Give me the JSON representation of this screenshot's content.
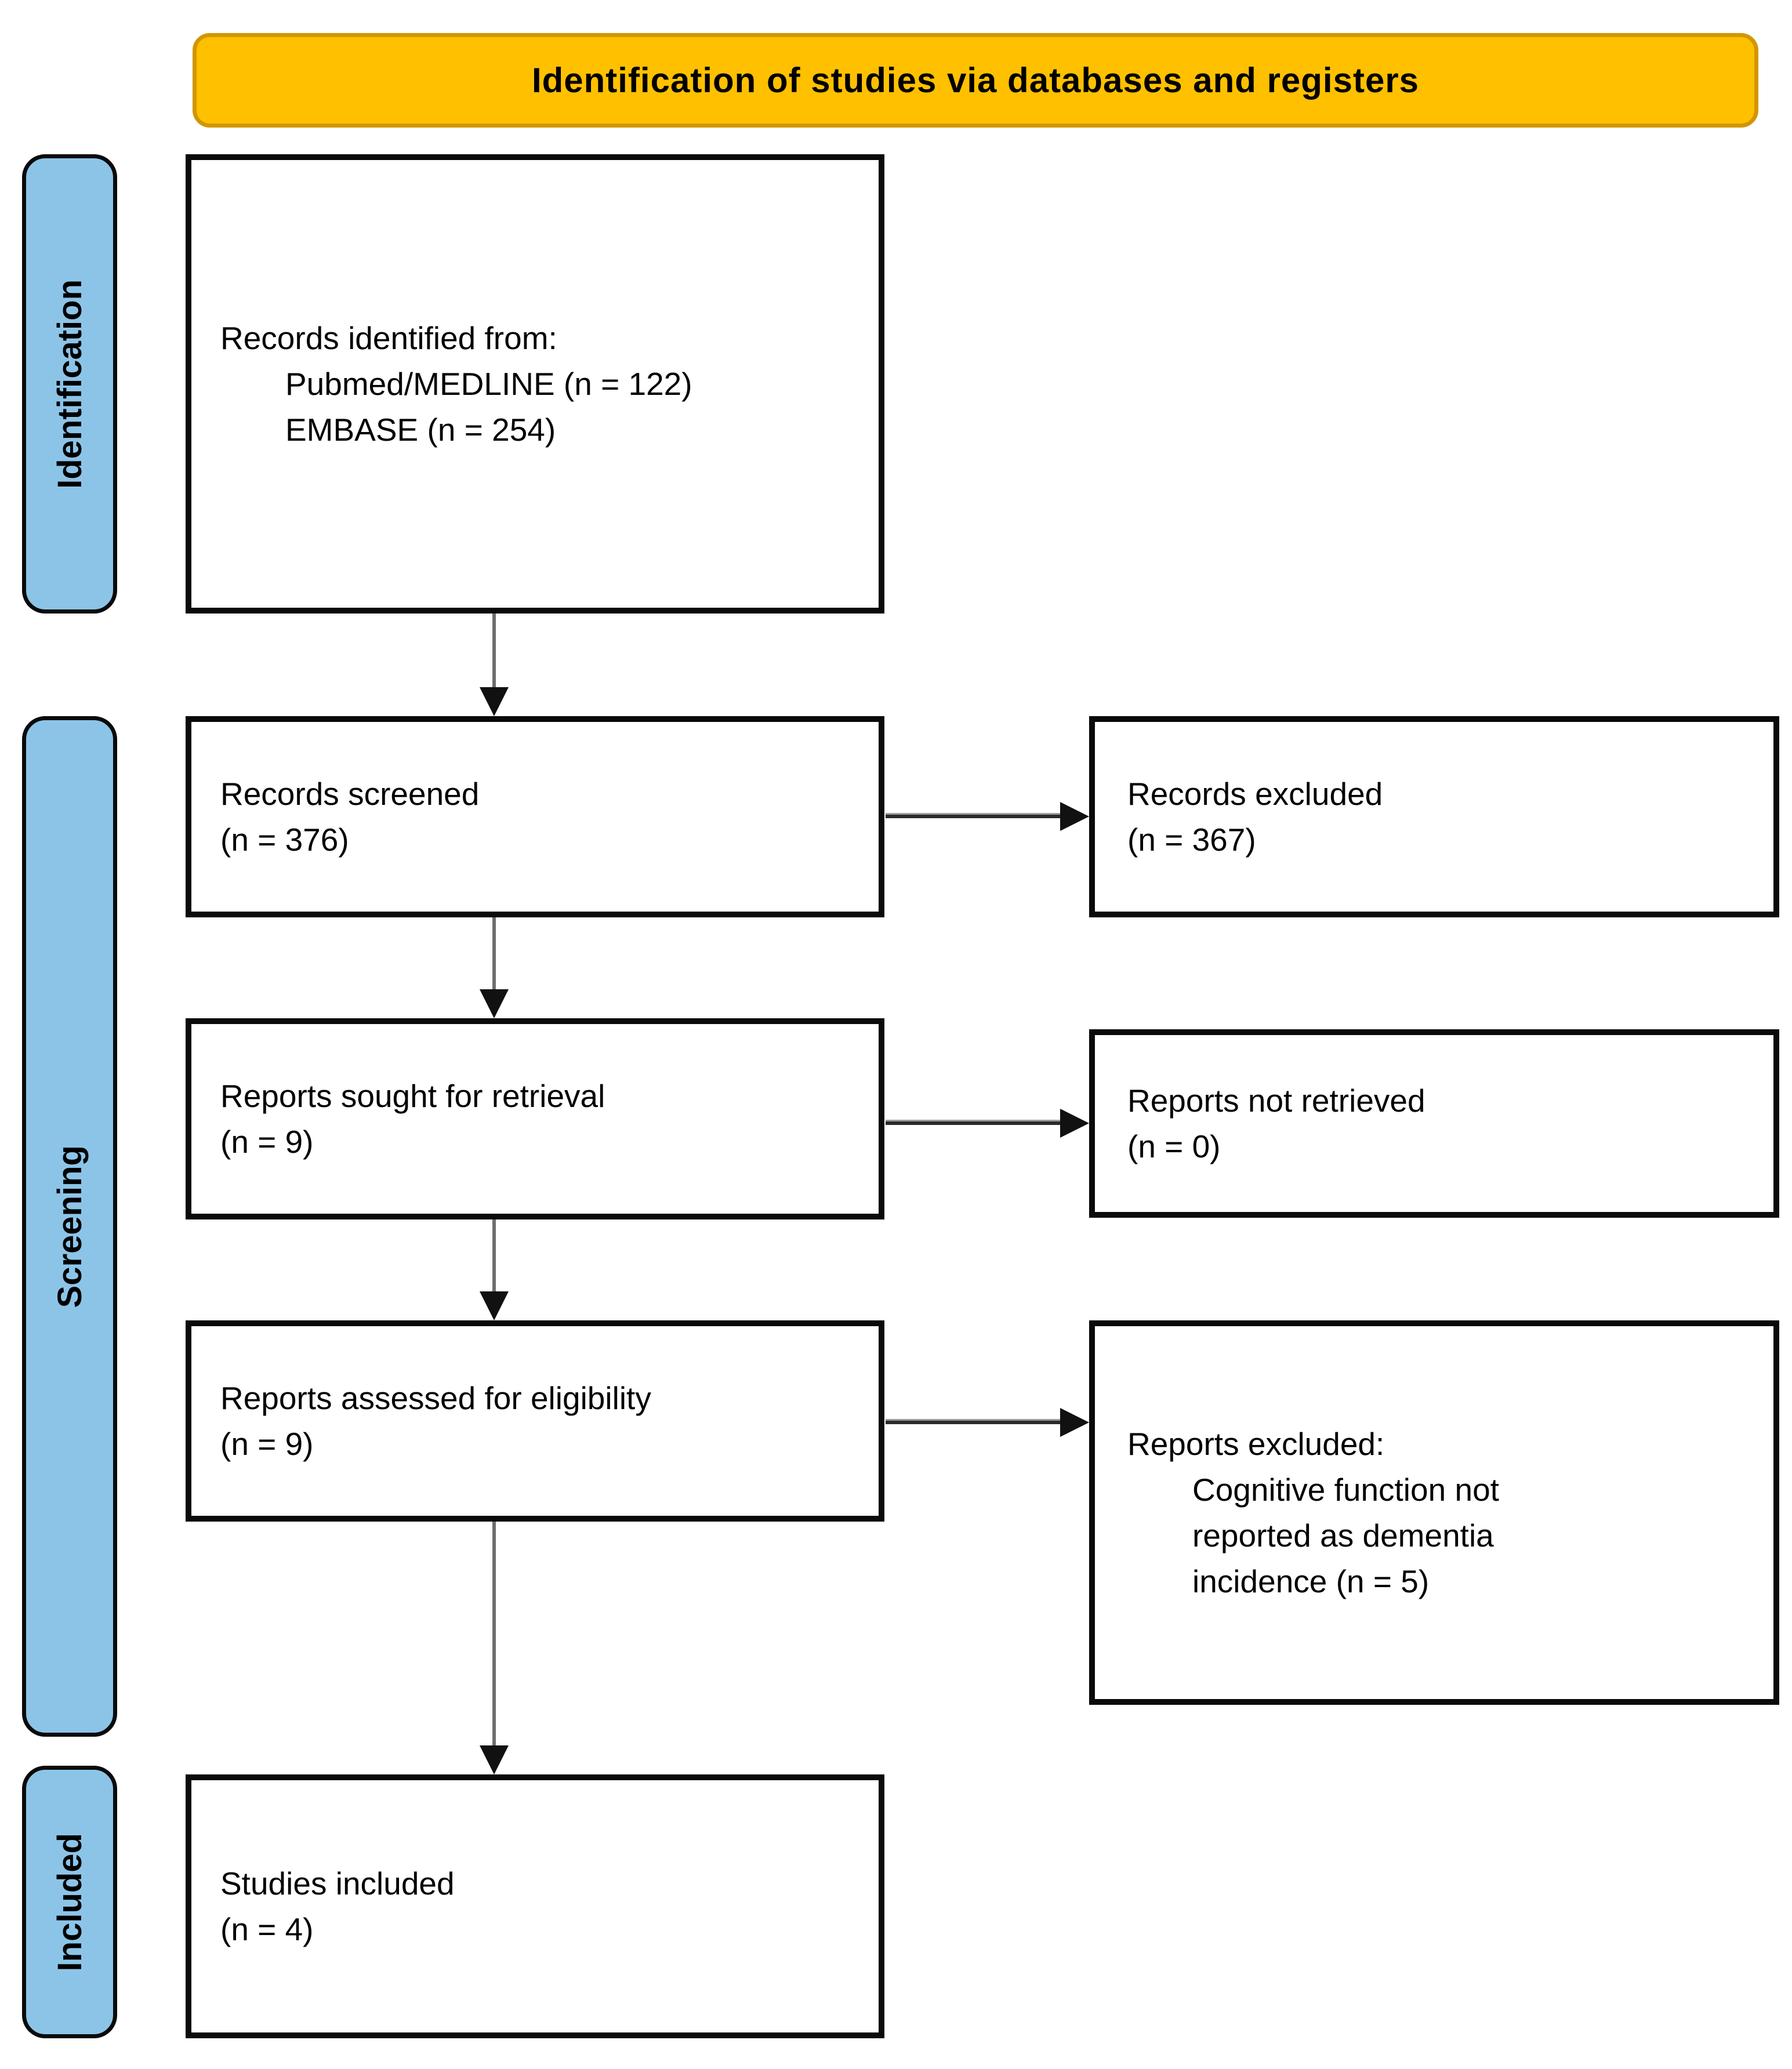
{
  "banner": {
    "title": "Identification of studies via databases and registers"
  },
  "stages": [
    {
      "label": "Identification"
    },
    {
      "label": "Screening"
    },
    {
      "label": "Included"
    }
  ],
  "flow": {
    "main": [
      {
        "title": "Records identified from:",
        "items": [
          "Pubmed/MEDLINE (n = 122)",
          "EMBASE (n = 254)"
        ]
      },
      {
        "lines": [
          "Records screened",
          "(n = 376)"
        ]
      },
      {
        "lines": [
          "Reports sought for retrieval",
          "(n = 9)"
        ]
      },
      {
        "lines": [
          "Reports assessed for eligibility",
          "(n = 9)"
        ]
      },
      {
        "lines": [
          "Studies included",
          "(n = 4)"
        ]
      }
    ],
    "side": [
      {
        "lines": [
          "Records excluded",
          "(n = 367)"
        ]
      },
      {
        "lines": [
          "Reports not retrieved",
          "(n = 0)"
        ]
      },
      {
        "title": "Reports excluded:",
        "items": [
          "Cognitive function not",
          "reported as dementia",
          "incidence (n = 5)"
        ]
      }
    ]
  },
  "colors": {
    "banner_fill": "#FFC000",
    "banner_border": "#D29600",
    "stage_fill": "#8CC4E8",
    "box_border": "#0A0A0A",
    "arrow_shaft": "#6E6E6E",
    "arrow_head": "#111111",
    "text": "#000000",
    "background": "#FFFFFF"
  }
}
